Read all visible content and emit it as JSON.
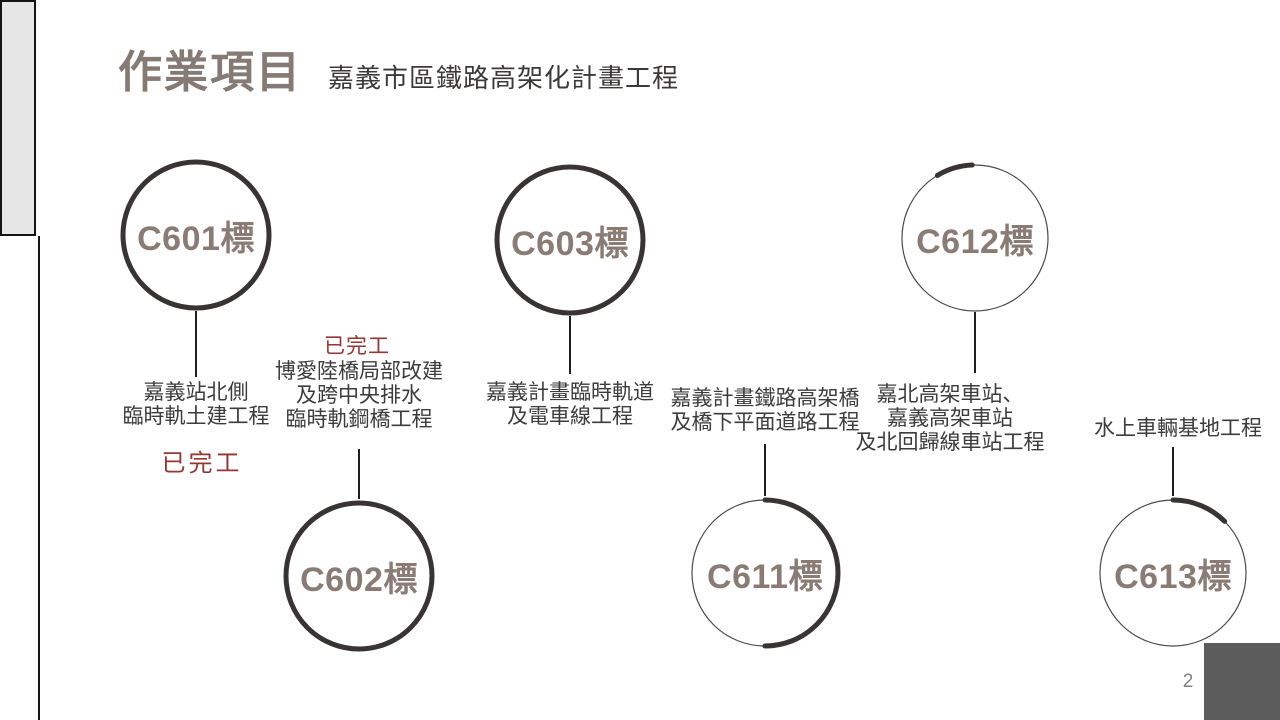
{
  "slide": {
    "title": "作業項目",
    "subtitle": "嘉義市區鐵路高架化計畫工程",
    "page_number": "2"
  },
  "colors": {
    "title_taupe": "#857a74",
    "node_label_taupe": "#8a7c75",
    "ring_dark": "#383434",
    "ring_thin": "#4a4a4a",
    "text_dark": "#3c3c3c",
    "status_red": "#943634",
    "sidebar_fill": "#e7e6e6",
    "footer_rect": "#5c5c5c"
  },
  "nodes": [
    {
      "id": "C601",
      "label": "C601標",
      "progress": 100,
      "arc_start_deg": 0,
      "desc": [
        "嘉義站北側",
        "臨時軌土建工程"
      ],
      "status": "已完工"
    },
    {
      "id": "C602",
      "label": "C602標",
      "progress": 100,
      "arc_start_deg": 0,
      "desc": [
        "博愛陸橋局部改建",
        "及跨中央排水",
        "臨時軌鋼橋工程"
      ],
      "status": "已完工"
    },
    {
      "id": "C603",
      "label": "C603標",
      "progress": 100,
      "arc_start_deg": 0,
      "desc": [
        "嘉義計畫臨時軌道",
        "及電車線工程"
      ],
      "status": ""
    },
    {
      "id": "C611",
      "label": "C611標",
      "progress": 50,
      "arc_start_deg": 0,
      "desc": [
        "嘉義計畫鐵路高架橋",
        "及橋下平面道路工程"
      ],
      "status": ""
    },
    {
      "id": "C612",
      "label": "C612標",
      "progress": 8,
      "arc_start_deg": -31,
      "desc": [
        "嘉北高架車站、",
        "嘉義高架車站",
        "及北回歸線車站工程"
      ],
      "status": ""
    },
    {
      "id": "C613",
      "label": "C613標",
      "progress": 12.5,
      "arc_start_deg": 0,
      "desc": [
        "水上車輛基地工程"
      ],
      "status": ""
    }
  ]
}
